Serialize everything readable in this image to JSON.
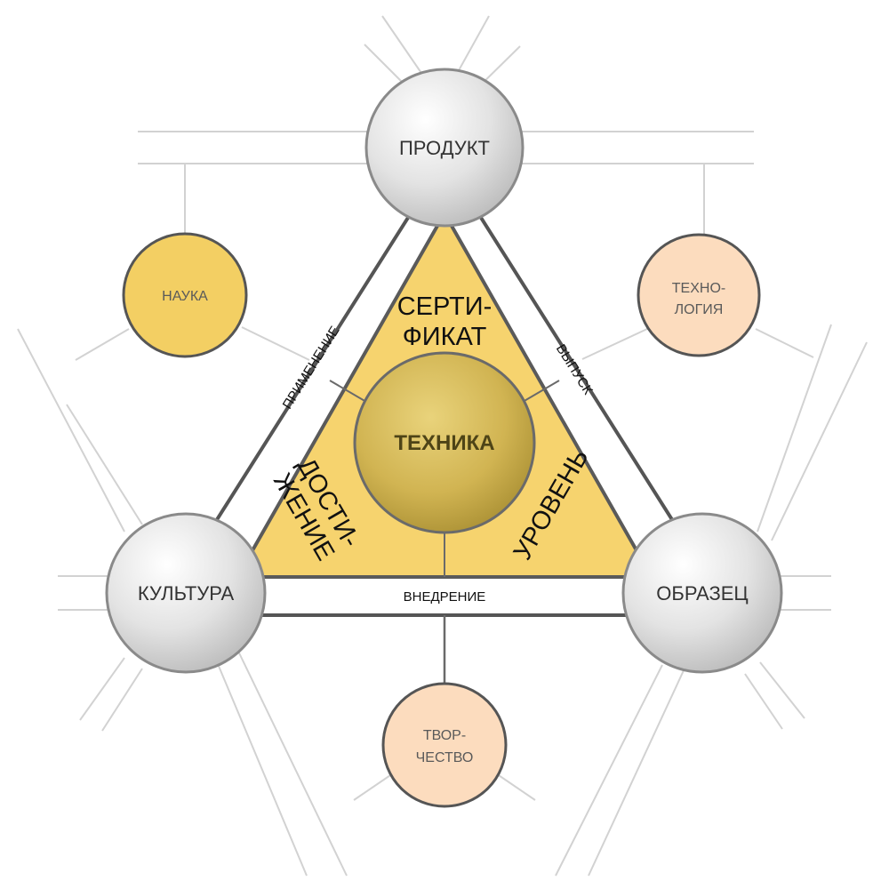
{
  "nodes": {
    "top": "ПРОДУКТ",
    "left": "КУЛЬТУРА",
    "right": "ОБРАЗЕЦ",
    "center": "ТЕХНИКА"
  },
  "satellites": {
    "science": "НАУКА",
    "technology_line1": "ТЕХНО-",
    "technology_line2": "ЛОГИЯ",
    "creativity_line1": "ТВОР-",
    "creativity_line2": "ЧЕСТВО"
  },
  "edges": {
    "left": "ПРИМЕНЕНИЕ",
    "right": "ВЫПУСК",
    "bottom": "ВНЕДРЕНИЕ"
  },
  "sectors": {
    "top_line1": "СЕРТИ-",
    "top_line2": "ФИКАТ",
    "left_line1": "ДОСТИ-",
    "left_line2": "ЖЕНИЕ",
    "left_line3": "",
    "right": "УРОВЕНЬ"
  },
  "colors": {
    "triangle_fill": "#f6d36e",
    "satellite_yellow": "#f3cf63",
    "satellite_peach": "#fcdcbe",
    "line_gray": "#d2d2d2",
    "frame_gray": "#5a5a5a"
  }
}
